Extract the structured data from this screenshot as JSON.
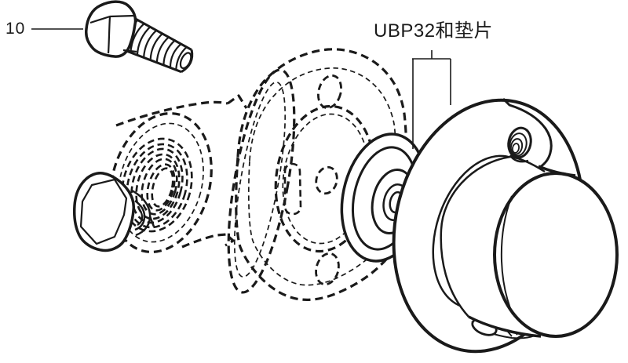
{
  "figure": {
    "background_color": "#ffffff",
    "line_color": "#1a1a1a",
    "callouts": {
      "part_number": {
        "text": "10",
        "points_to": "hex-bolt"
      },
      "assembly_label": {
        "text": "UBP32和垫片",
        "points_to": "gasket-and-bearing-unit"
      }
    },
    "parts": [
      {
        "id": "hex-bolt",
        "callout": "10",
        "line_style": "solid"
      },
      {
        "id": "side-bolt",
        "line_style": "solid"
      },
      {
        "id": "housing",
        "line_style": "dashed-phantom"
      },
      {
        "id": "gasket",
        "line_style": "dashed-phantom"
      },
      {
        "id": "seal-rings",
        "line_style": "solid"
      },
      {
        "id": "bearing-flange-unit",
        "callout": "UBP32和垫片",
        "line_style": "solid"
      }
    ]
  }
}
